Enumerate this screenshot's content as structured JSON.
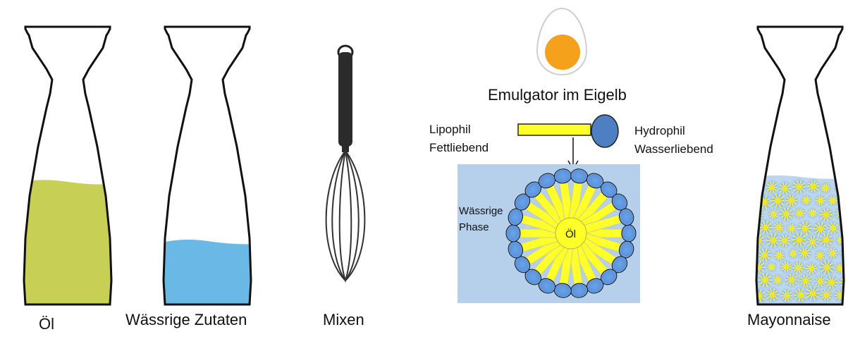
{
  "labels": {
    "oil": "Öl",
    "water": "Wässrige Zutaten",
    "mix": "Mixen",
    "emulsifier": "Emulgator im Eigelb",
    "lipophil": "Lipophil",
    "fettliebend": "Fettliebend",
    "hydrophil": "Hydrophil",
    "wasserliebend": "Wasserliebend",
    "phase_line1": "Wässrige",
    "phase_line2": "Phase",
    "core": "Öl",
    "mayo": "Mayonnaise"
  },
  "colors": {
    "oil": "#c8cf55",
    "water": "#6ab8e6",
    "yolk": "#f5a11c",
    "tail": "#ffff2a",
    "head": "#4e7fc2",
    "phase_bg": "#b6cfea",
    "droplet_core": "#f4e81c"
  }
}
